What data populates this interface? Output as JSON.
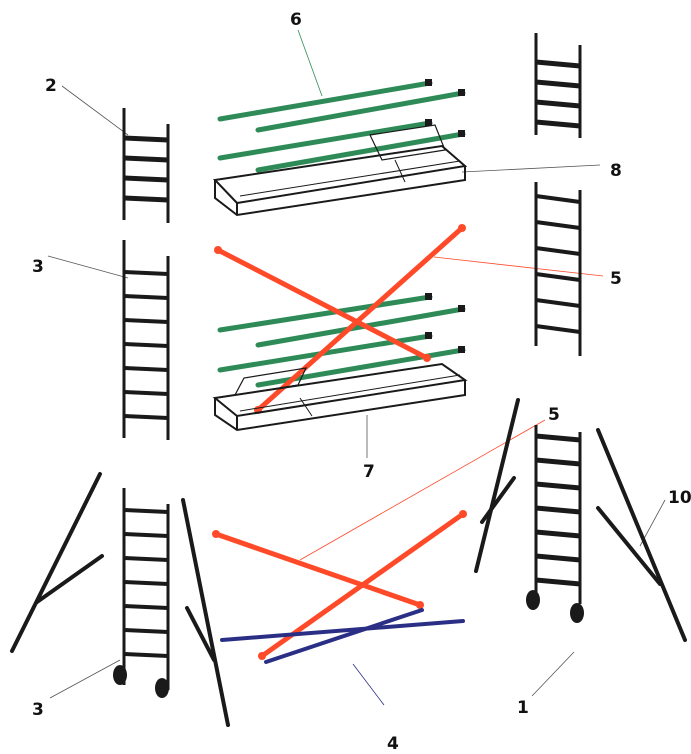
{
  "colors": {
    "frame": "#1a1a1a",
    "guardrail": "#2e8b57",
    "diagonal_brace": "#ff4a2a",
    "horizontal_brace": "#2a2f85",
    "leader_line": "#555555"
  },
  "callouts": {
    "c1": "1",
    "c2": "2",
    "c3a": "3",
    "c3b": "3",
    "c4": "4",
    "c5a": "5",
    "c5b": "5",
    "c6": "6",
    "c7": "7",
    "c8": "8",
    "c10": "10"
  }
}
